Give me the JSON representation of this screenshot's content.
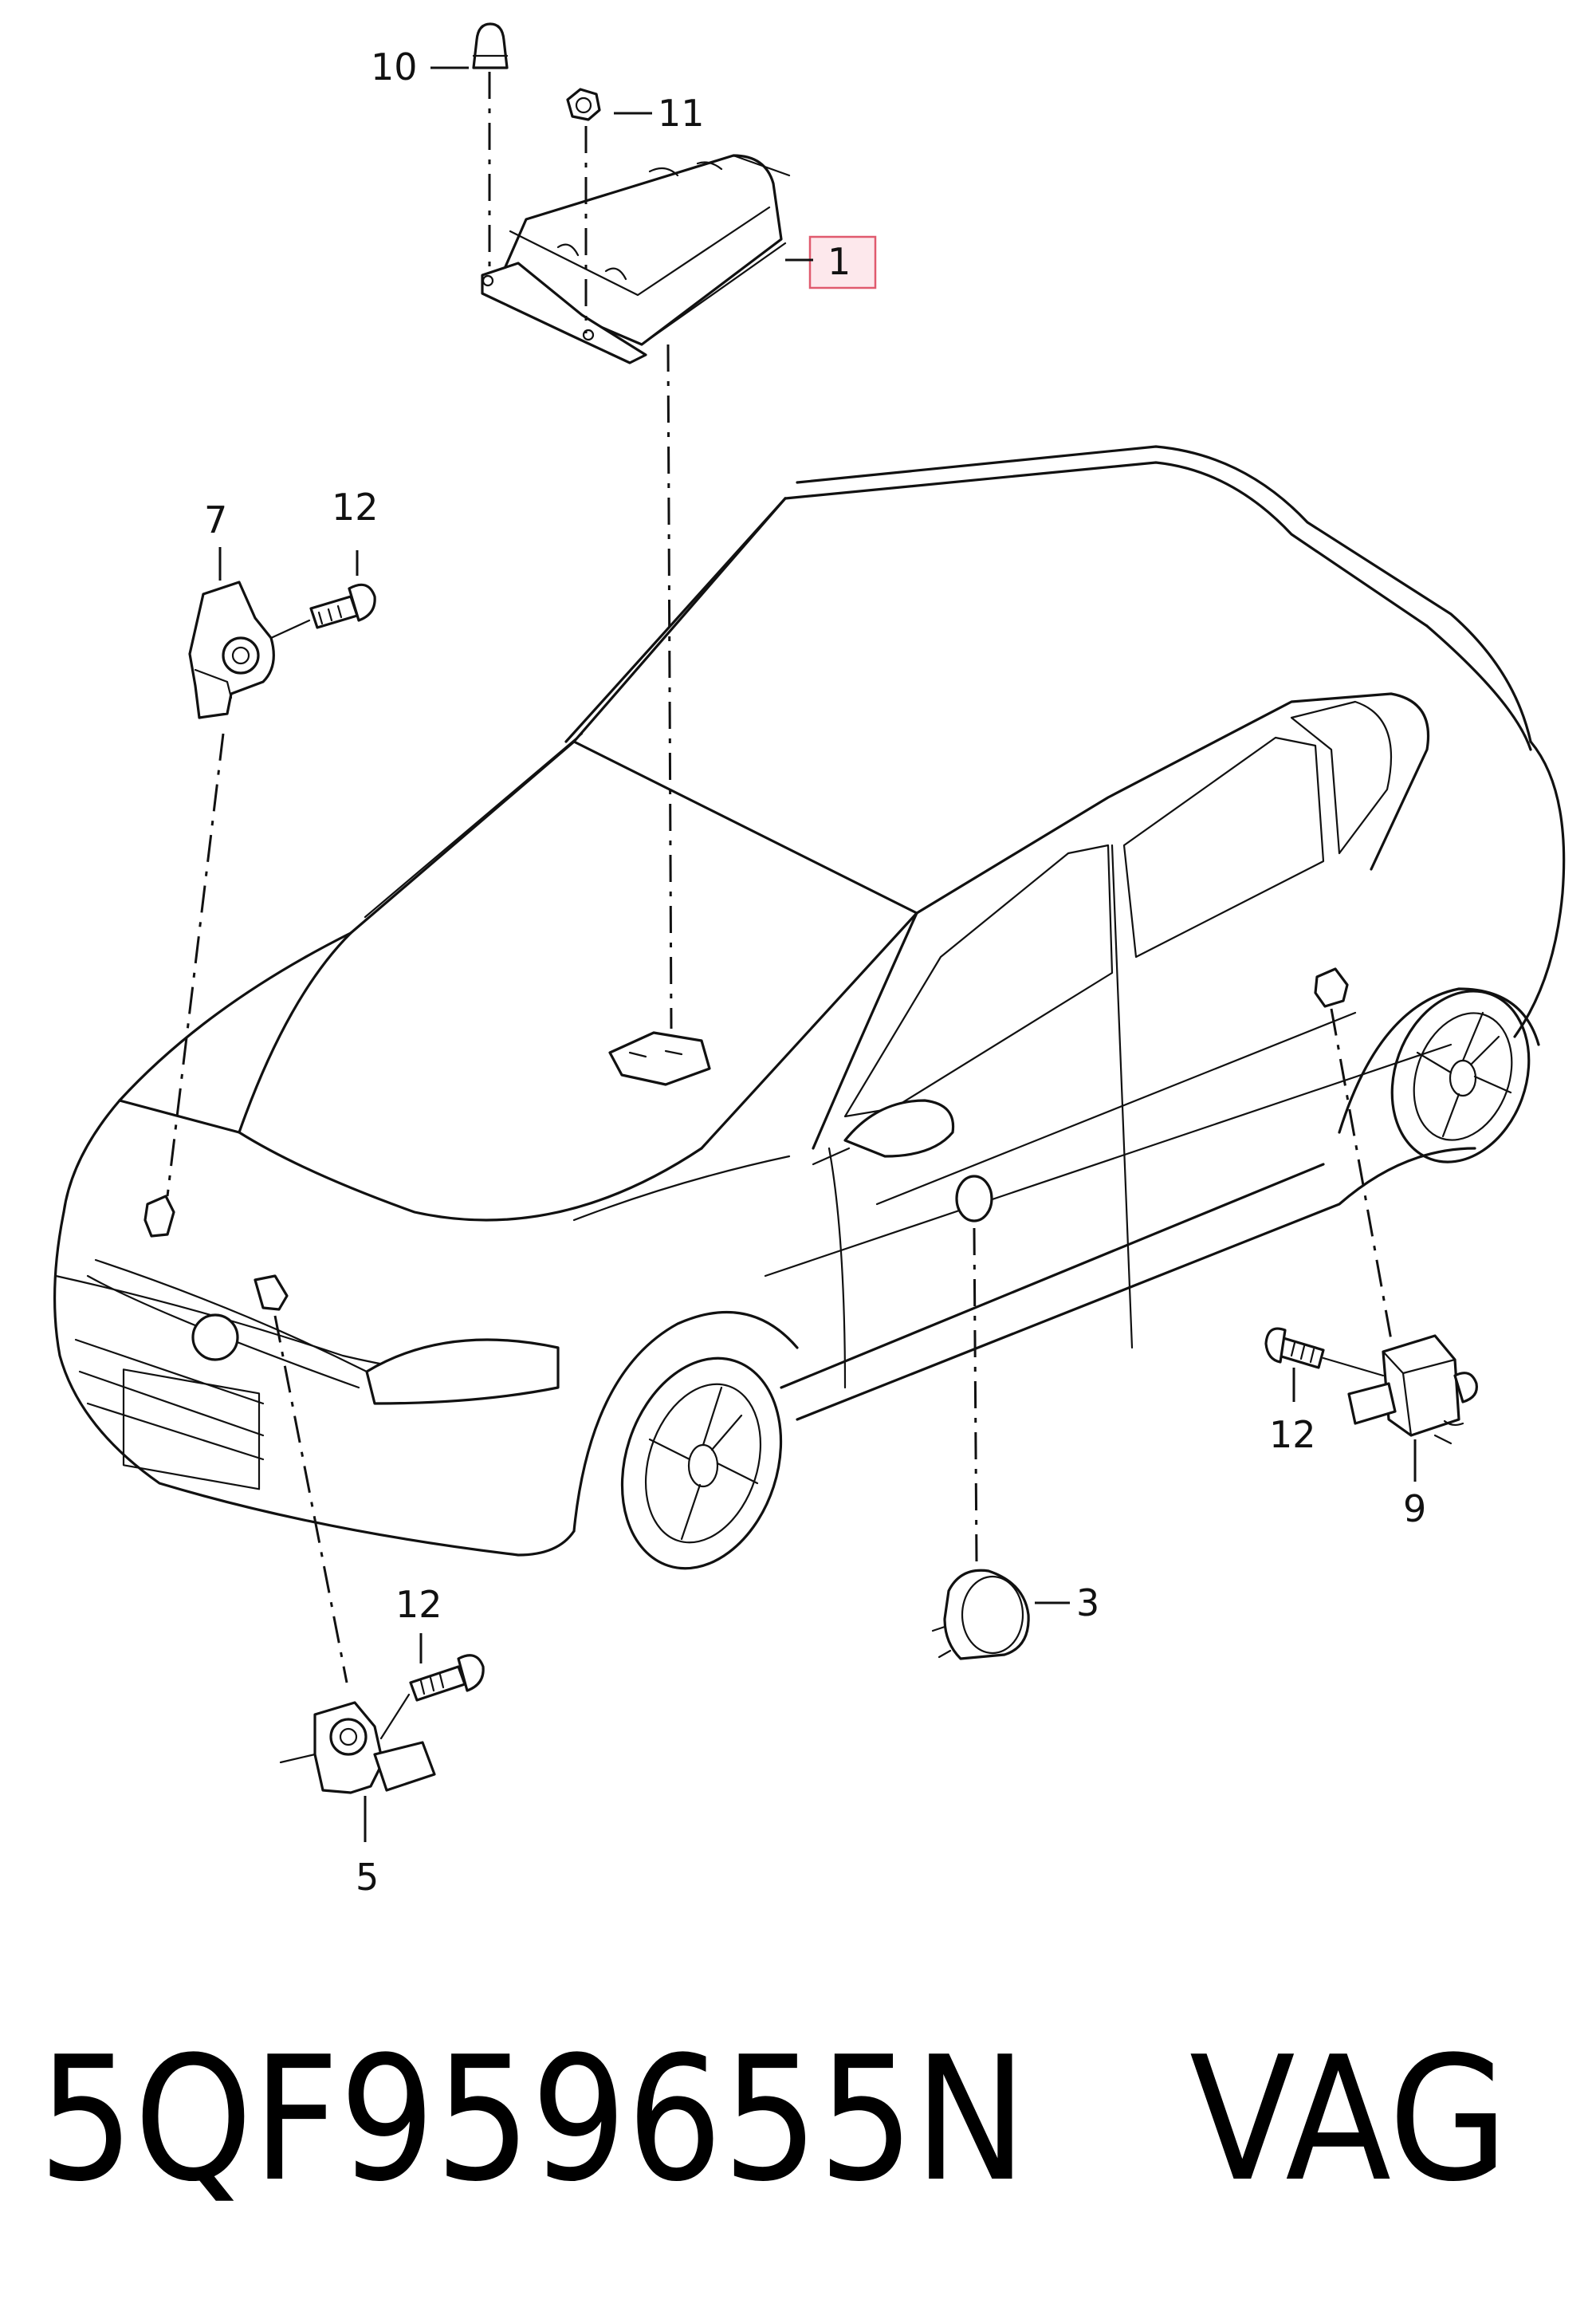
{
  "parts": {
    "p1": "1",
    "p3": "3",
    "p5": "5",
    "p7": "7",
    "p9": "9",
    "p10": "10",
    "p11": "11",
    "p12_a": "12",
    "p12_b": "12",
    "p12_c": "12"
  },
  "caption": {
    "part_number": "5QF959655N",
    "brand": "VAG"
  },
  "colors": {
    "highlight_fill": "#fde8ec",
    "highlight_stroke": "#e05a6e"
  }
}
